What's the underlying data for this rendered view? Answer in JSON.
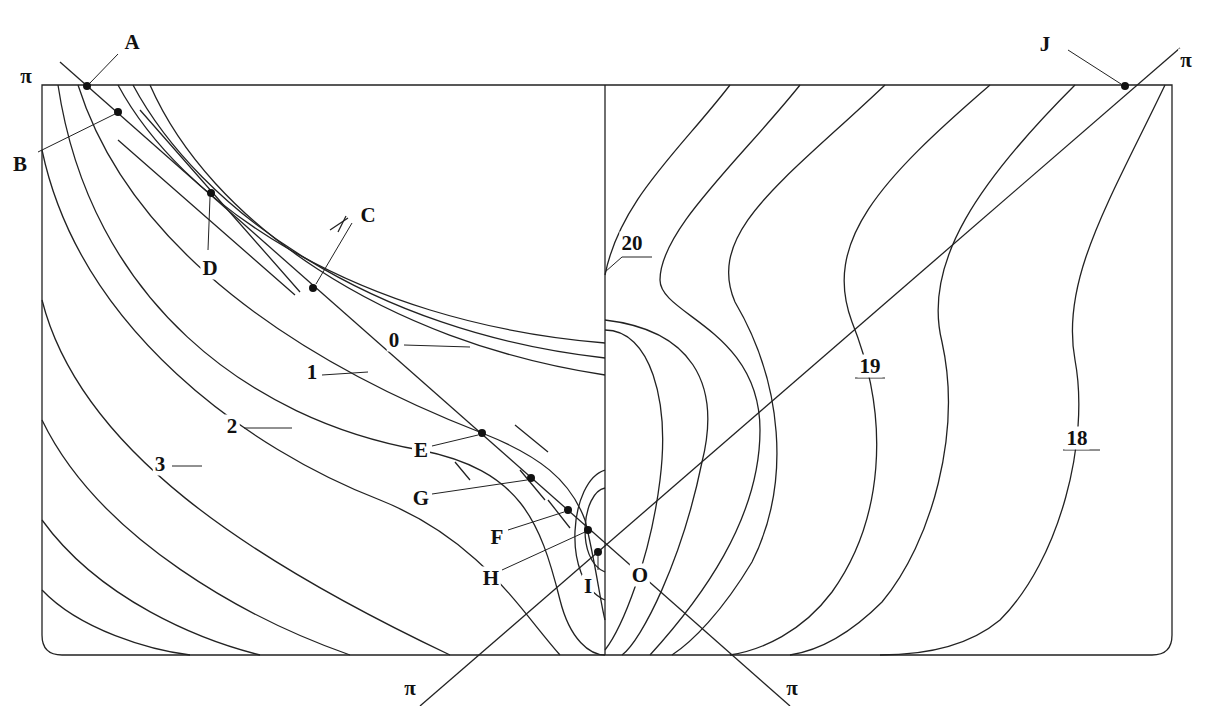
{
  "diagram": {
    "labels": [
      "π",
      "A",
      "B",
      "C",
      "D",
      "0",
      "1",
      "2",
      "3",
      "E",
      "G",
      "F",
      "H",
      "O",
      "I",
      "π",
      "π",
      "J",
      "π",
      "20",
      "19",
      "18"
    ]
  }
}
